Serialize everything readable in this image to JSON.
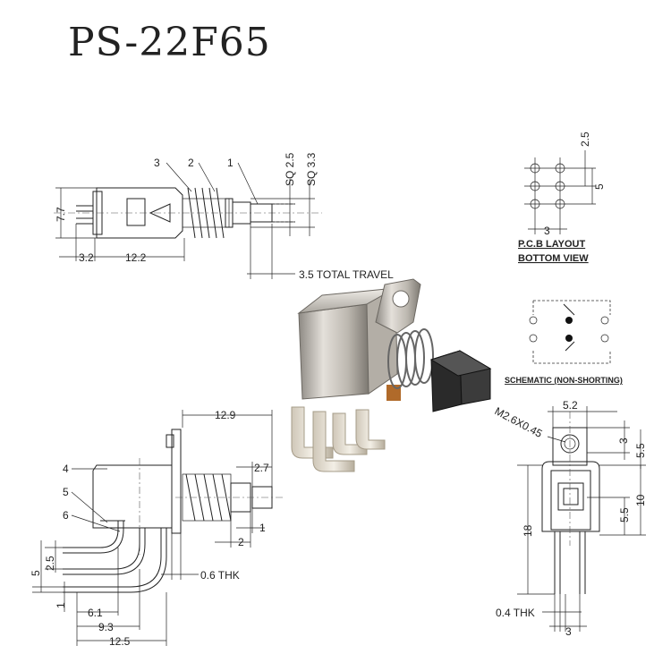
{
  "title": "PS-22F65",
  "top_view": {
    "callouts": [
      "3",
      "2",
      "1"
    ],
    "dim_height": "7.7",
    "dim_pin": "3.2",
    "dim_body": "12.2",
    "sq_small": "SQ 2.5",
    "sq_large": "SQ 3.3",
    "travel": "3.5 TOTAL TRAVEL"
  },
  "pcb": {
    "dim_pitch_v": "2.5",
    "dim_span_v": "5",
    "dim_pitch_h": "3",
    "label_line1": "P.C.B LAYOUT",
    "label_line2": "BOTTOM VIEW"
  },
  "schematic": {
    "label": "SCHEMATIC (NON-SHORTING)"
  },
  "side_view": {
    "callouts": [
      "4",
      "5",
      "6"
    ],
    "dim_overall": "12.9",
    "dim_stem": "2.7",
    "dim_2": "2",
    "dim_1": "1",
    "dim_5": "5",
    "dim_2_5": "2.5",
    "dim_1_bottom": "1",
    "dim_6_1": "6.1",
    "dim_9_3": "9.3",
    "dim_12_5": "12.5",
    "thk": "0.6 THK"
  },
  "front_view": {
    "screw": "M2.6X0.45",
    "dim_5_2": "5.2",
    "dim_3": "3",
    "dim_5_5_top": "5.5",
    "dim_10": "10",
    "dim_5_5": "5.5",
    "dim_18": "18",
    "thk": "0.4 THK",
    "dim_3_bottom": "3"
  }
}
